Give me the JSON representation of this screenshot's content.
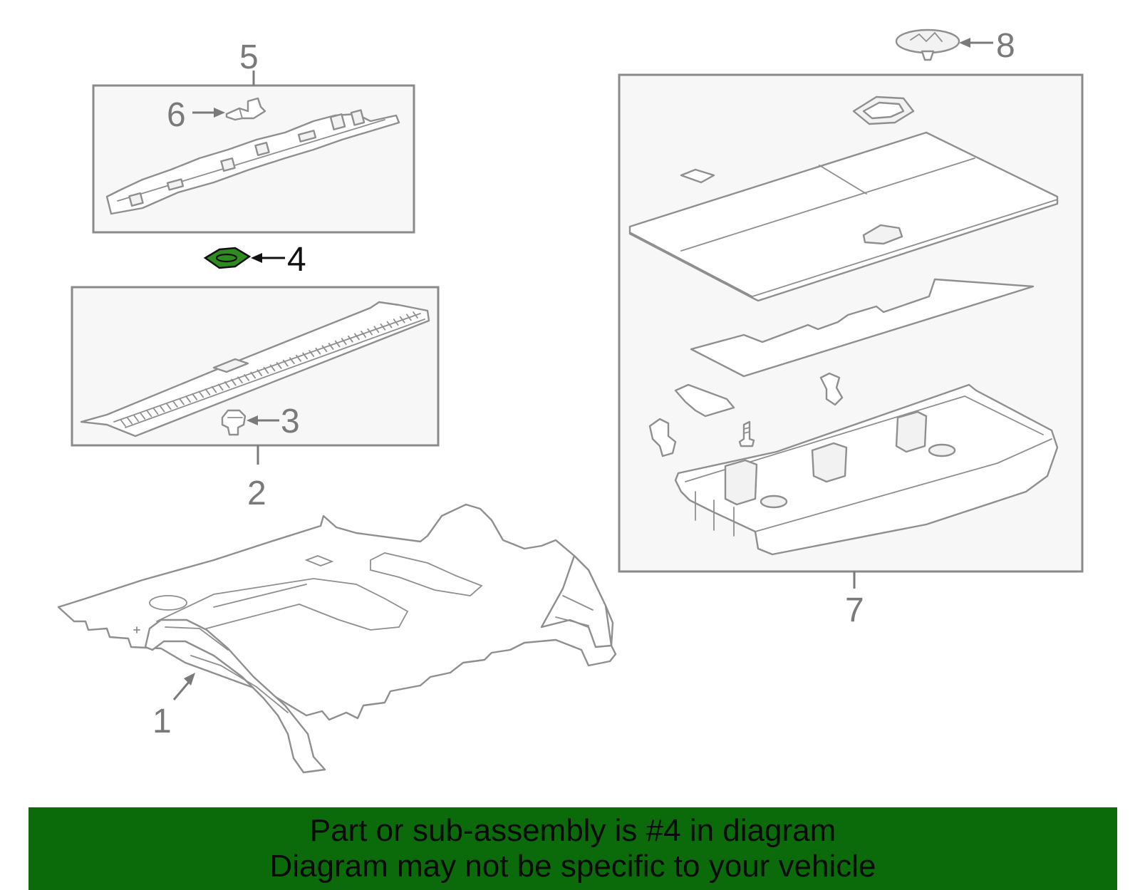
{
  "callouts": {
    "c1": "1",
    "c2": "2",
    "c3": "3",
    "c4": "4",
    "c5": "5",
    "c6": "6",
    "c7": "7",
    "c8": "8"
  },
  "highlighted_part": "4",
  "colors": {
    "highlight": "#2e8b1f",
    "banner": "#0b6b0b",
    "line": "#8f8f8f"
  },
  "banner": {
    "line1": "Part or sub-assembly is #4 in diagram",
    "line2": "Diagram may not be specific to your vehicle"
  }
}
